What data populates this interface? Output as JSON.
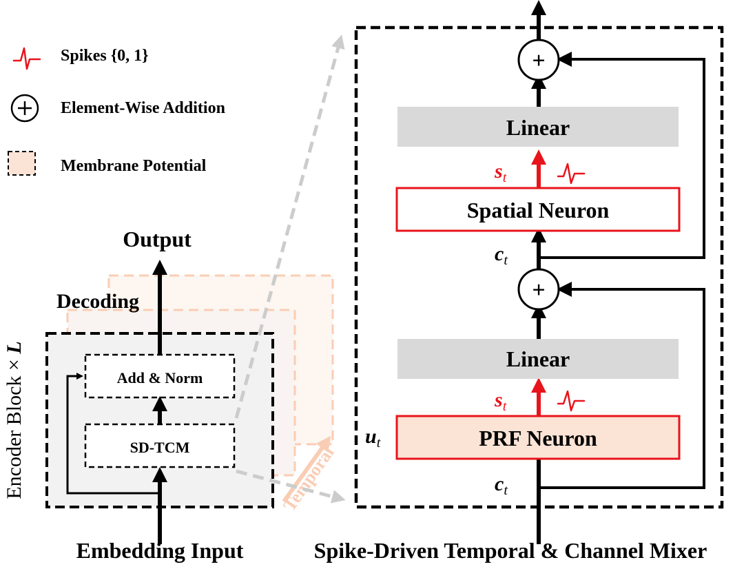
{
  "legend": {
    "spikes": "Spikes  {0, 1}",
    "addition": "Element-Wise Addition",
    "membrane": "Membrane Potential"
  },
  "encoder": {
    "output": "Output",
    "decoding": "Decoding",
    "add_norm": "Add & Norm",
    "sdtcm": "SD-TCM",
    "side_label": "Encoder Block × ",
    "side_label_var": "L",
    "temporal": "Temporal",
    "input": "Embedding Input"
  },
  "mixer": {
    "title": "Spike-Driven Temporal & Channel Mixer",
    "linear_top": "Linear",
    "linear_bottom": "Linear",
    "spatial_neuron": "Spatial Neuron",
    "prf_neuron": "PRF Neuron",
    "plus": "+",
    "s_var": "s",
    "c_var": "c",
    "u_var": "u",
    "subscript_t": "t"
  },
  "colors": {
    "spike": "#e8141b",
    "membrane_fill": "#fbe3d6",
    "linear_fill": "#d9d9d9",
    "encoder_fill": "#f2f2f2",
    "ghost": "#f9cdb4",
    "arrow_grey": "#cccccc"
  }
}
